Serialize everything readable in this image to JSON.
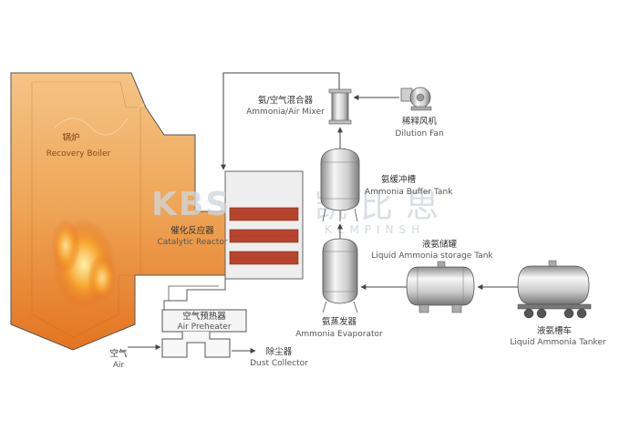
{
  "components": {
    "boiler": {
      "zh": "锅炉",
      "en": "Recovery Boiler"
    },
    "reactor": {
      "zh": "催化反应器",
      "en": "Catalytic Reactor"
    },
    "preheater": {
      "zh": "空气预热器",
      "en": "Air Preheater"
    },
    "air": {
      "zh": "空气",
      "en": "Air"
    },
    "dust_collector": {
      "zh": "除尘器",
      "en": "Dust Collector"
    },
    "mixer": {
      "zh": "氨/空气混合器",
      "en": "Ammonia/Air Mixer"
    },
    "dilution_fan": {
      "zh": "稀释风机",
      "en": "Dilution Fan"
    },
    "buffer_tank": {
      "zh": "氨缓冲槽",
      "en": "Ammonia Buffer Tank"
    },
    "evaporator": {
      "zh": "氨蒸发器",
      "en": "Ammonia Evaporator"
    },
    "storage_tank": {
      "zh": "液氨储罐",
      "en": "Liquid Ammonia storage Tank"
    },
    "tanker": {
      "zh": "液氨槽车",
      "en": "Liquid Ammonia Tanker"
    }
  },
  "watermark": {
    "logo": "KBS",
    "zh": "凯比思",
    "en": "KEMPINSH"
  },
  "colors": {
    "flame_light": "#f6c98b",
    "flame_dark": "#e0701a",
    "pipe": "#444444",
    "tank_light": "#f2f2f2",
    "tank_dark": "#9a9a9a",
    "catalyst": "#b8442e"
  }
}
